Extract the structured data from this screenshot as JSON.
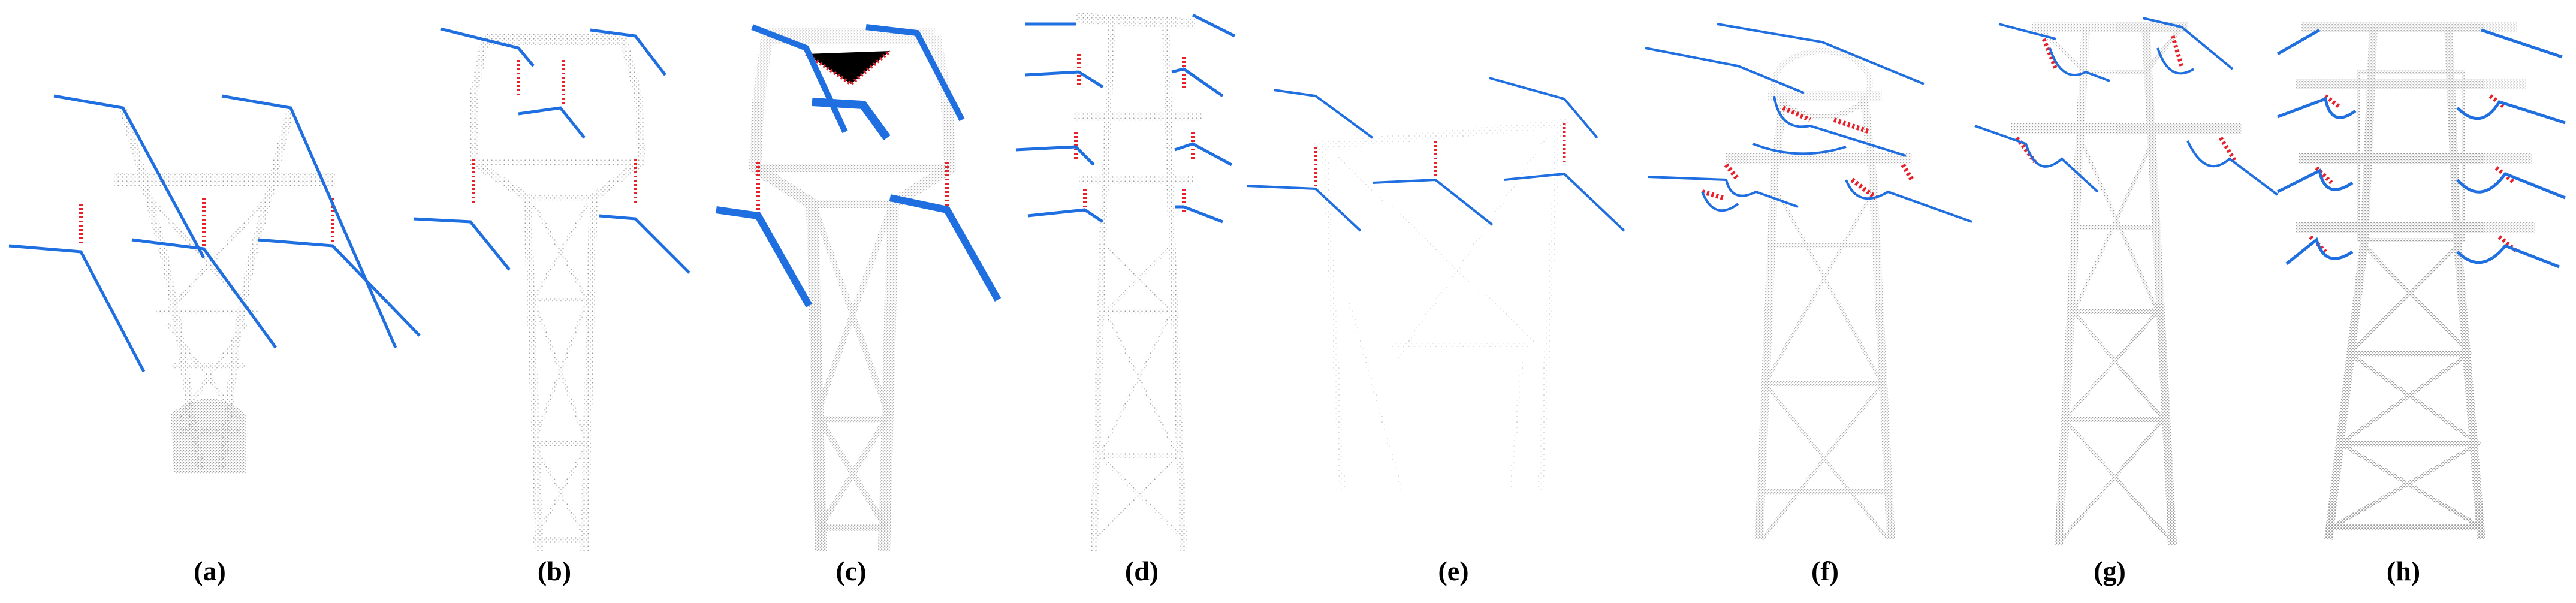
{
  "figure": {
    "panels": [
      {
        "label": "(a)",
        "tower_style": "cup"
      },
      {
        "label": "(b)",
        "tower_style": "portal-cup"
      },
      {
        "label": "(c)",
        "tower_style": "portal-cup-dense"
      },
      {
        "label": "(d)",
        "tower_style": "three-tier"
      },
      {
        "label": "(e)",
        "tower_style": "frame"
      },
      {
        "label": "(f)",
        "tower_style": "two-tier-jumper"
      },
      {
        "label": "(g)",
        "tower_style": "two-tier-jumper"
      },
      {
        "label": "(h)",
        "tower_style": "four-tier-jumper"
      }
    ],
    "legend_colors": {
      "tower": "#a9a9a9",
      "conductor": "#1f6fe0",
      "insulator": "#e8202a"
    },
    "icons": [
      "point-cloud-tower",
      "power-line",
      "insulator-string"
    ]
  }
}
